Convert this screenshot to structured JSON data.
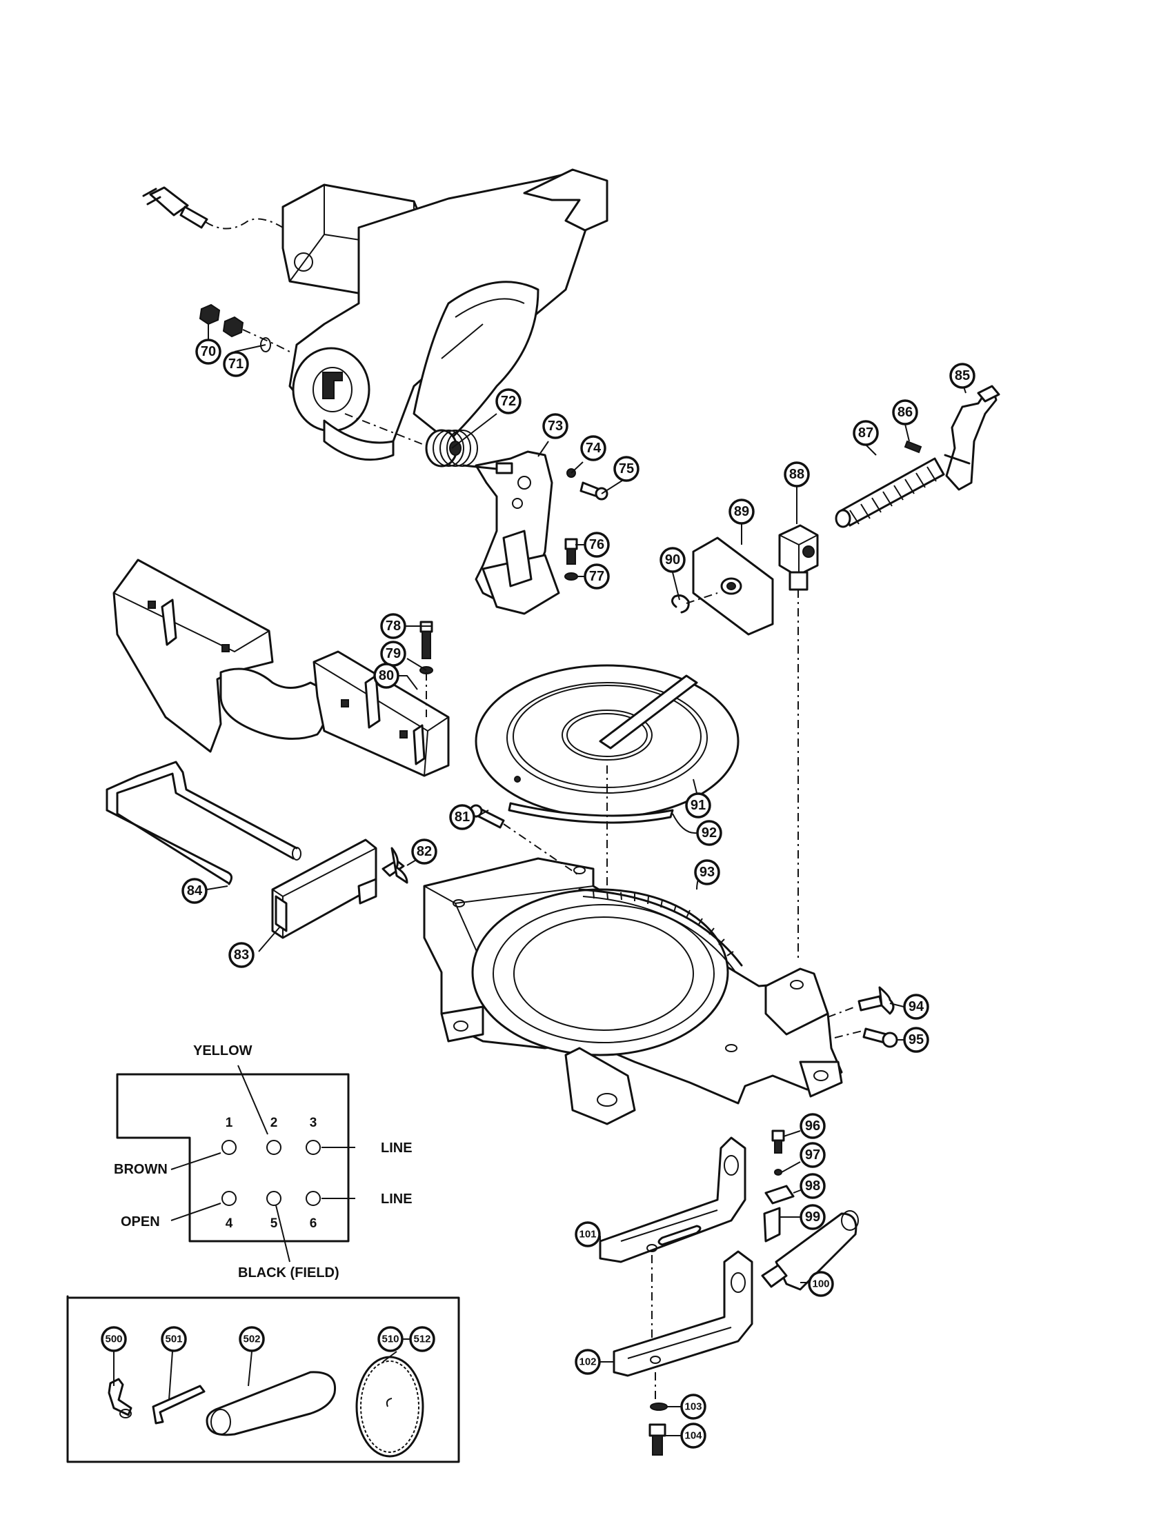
{
  "callouts": [
    {
      "id": "70",
      "label": "70"
    },
    {
      "id": "71",
      "label": "71"
    },
    {
      "id": "72",
      "label": "72"
    },
    {
      "id": "73",
      "label": "73"
    },
    {
      "id": "74",
      "label": "74"
    },
    {
      "id": "75",
      "label": "75"
    },
    {
      "id": "76",
      "label": "76"
    },
    {
      "id": "77",
      "label": "77"
    },
    {
      "id": "78",
      "label": "78"
    },
    {
      "id": "79",
      "label": "79"
    },
    {
      "id": "80",
      "label": "80"
    },
    {
      "id": "81",
      "label": "81"
    },
    {
      "id": "82",
      "label": "82"
    },
    {
      "id": "83",
      "label": "83"
    },
    {
      "id": "84",
      "label": "84"
    },
    {
      "id": "85",
      "label": "85"
    },
    {
      "id": "86",
      "label": "86"
    },
    {
      "id": "87",
      "label": "87"
    },
    {
      "id": "88",
      "label": "88"
    },
    {
      "id": "89",
      "label": "89"
    },
    {
      "id": "90",
      "label": "90"
    },
    {
      "id": "91",
      "label": "91"
    },
    {
      "id": "92",
      "label": "92"
    },
    {
      "id": "93",
      "label": "93"
    },
    {
      "id": "94",
      "label": "94"
    },
    {
      "id": "95",
      "label": "95"
    },
    {
      "id": "96",
      "label": "96"
    },
    {
      "id": "97",
      "label": "97"
    },
    {
      "id": "98",
      "label": "98"
    },
    {
      "id": "99",
      "label": "99"
    },
    {
      "id": "100",
      "label": "100"
    },
    {
      "id": "101",
      "label": "101"
    },
    {
      "id": "102",
      "label": "102"
    },
    {
      "id": "103",
      "label": "103"
    },
    {
      "id": "104",
      "label": "104"
    },
    {
      "id": "500",
      "label": "500"
    },
    {
      "id": "501",
      "label": "501"
    },
    {
      "id": "502",
      "label": "502"
    },
    {
      "id": "510",
      "label": "510"
    },
    {
      "id": "512",
      "label": "512"
    }
  ],
  "wiring": {
    "top_label": "YELLOW",
    "bottom_label": "BLACK (FIELD)",
    "left_labels": [
      "BROWN",
      "OPEN"
    ],
    "right_labels": [
      "LINE",
      "LINE"
    ],
    "terminals": [
      "1",
      "2",
      "3",
      "4",
      "5",
      "6"
    ]
  }
}
